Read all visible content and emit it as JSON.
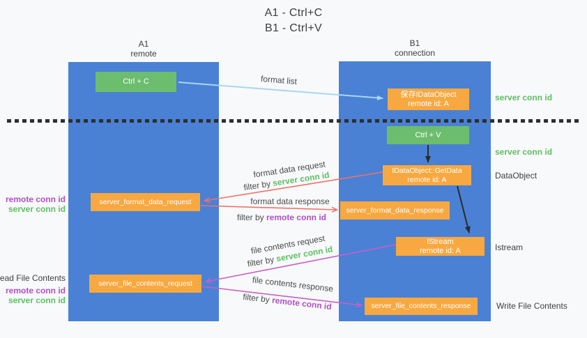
{
  "title": {
    "line1": "A1 - Ctrl+C",
    "line2": "B1 - Ctrl+V"
  },
  "left_column": {
    "header_line1": "A1",
    "header_line2": "remote"
  },
  "right_column": {
    "header_line1": "B1",
    "header_line2": "connection"
  },
  "boxes": {
    "ctrl_c": "Ctrl + C",
    "ctrl_v": "Ctrl + V",
    "save_dataobject": {
      "line1": "保存IDataObject",
      "line2": "remote id: A"
    },
    "getdata": {
      "line1": "IDataObject::GetData",
      "line2": "remote id: A"
    },
    "istream": {
      "line1": "IStream",
      "line2": "remote id: A"
    },
    "server_format_data_request": "server_format_data_request",
    "server_format_data_response": "server_format_data_response",
    "server_file_contents_request": "server_file_contents_request",
    "server_file_contents_response": "server_file_contents_response"
  },
  "arrow_labels": {
    "format_list": "format list",
    "format_data_request": "format data request",
    "format_data_request_filter_prefix": "filter by ",
    "format_data_request_filter_key": "server conn id",
    "format_data_response": "format data response",
    "format_data_response_filter_prefix": "filter by ",
    "format_data_response_filter_key": "remote conn id",
    "file_contents_request": "file contents request",
    "file_contents_request_filter_prefix": "filter by ",
    "file_contents_request_filter_key": "server conn id",
    "file_contents_response": "file contents response",
    "file_contents_response_filter_prefix": "filter by ",
    "file_contents_response_filter_key": "remote conn id"
  },
  "side_labels": {
    "right": {
      "server_conn_id_top": "server conn id",
      "server_conn_id_mid": "server conn id",
      "dataobject": "DataObject",
      "istream": "Istream",
      "write_file_contents": "Write File Contents"
    },
    "left": {
      "remote_conn_id_format": "remote conn id",
      "server_conn_id_format": "server conn id",
      "read_file_contents": "Read File Contents",
      "remote_conn_id_file": "remote conn id",
      "server_conn_id_file": "server conn id"
    }
  },
  "colors": {
    "background": "#f8f9fa",
    "column_blue": "#4a81d4",
    "box_green": "#6cbe6e",
    "box_orange": "#f8a840",
    "arrow_black": "#2b2b2b",
    "arrow_lightblue": "#a9d6f2",
    "arrow_salmon": "#ee7168",
    "arrow_magenta": "#c75fc7",
    "label_green": "#5dbe63",
    "label_purple": "#b04fc6",
    "text_dark": "#3d3d3d"
  }
}
